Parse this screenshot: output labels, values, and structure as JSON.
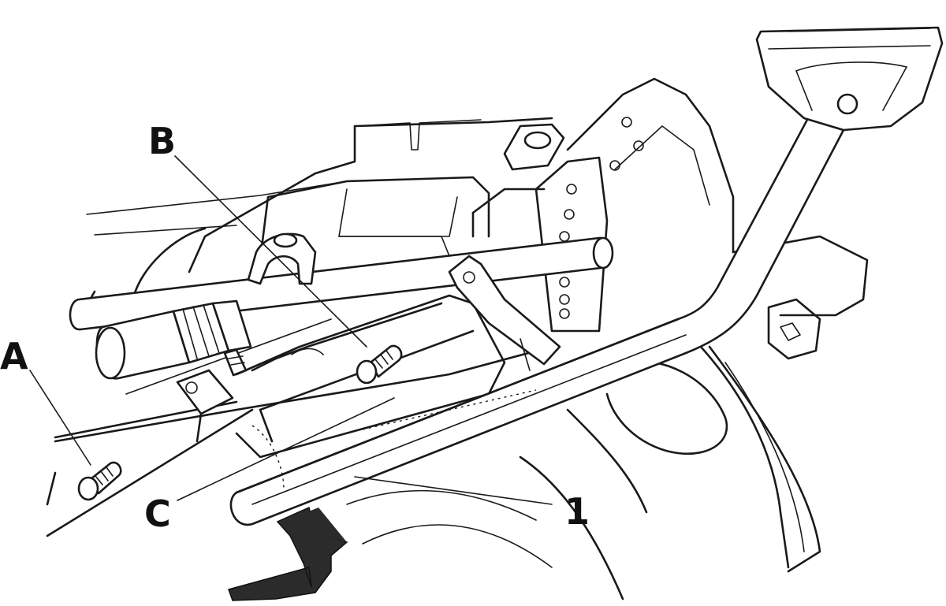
{
  "diagram": {
    "callouts": [
      {
        "id": "A",
        "text": "A"
      },
      {
        "id": "B",
        "text": "B"
      },
      {
        "id": "C",
        "text": "C"
      },
      {
        "id": "1",
        "text": "1"
      }
    ]
  }
}
